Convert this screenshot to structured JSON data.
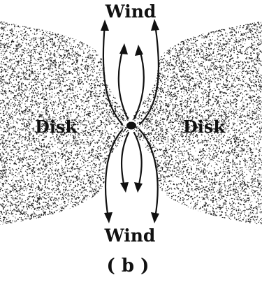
{
  "labels": {
    "wind_top": "Wind",
    "wind_bottom": "Wind",
    "disk_left": "Disk",
    "disk_right": "Disk",
    "caption": "( b )"
  },
  "colors": {
    "ink": "#111111",
    "background": "#ffffff",
    "stipple": "#222222"
  }
}
